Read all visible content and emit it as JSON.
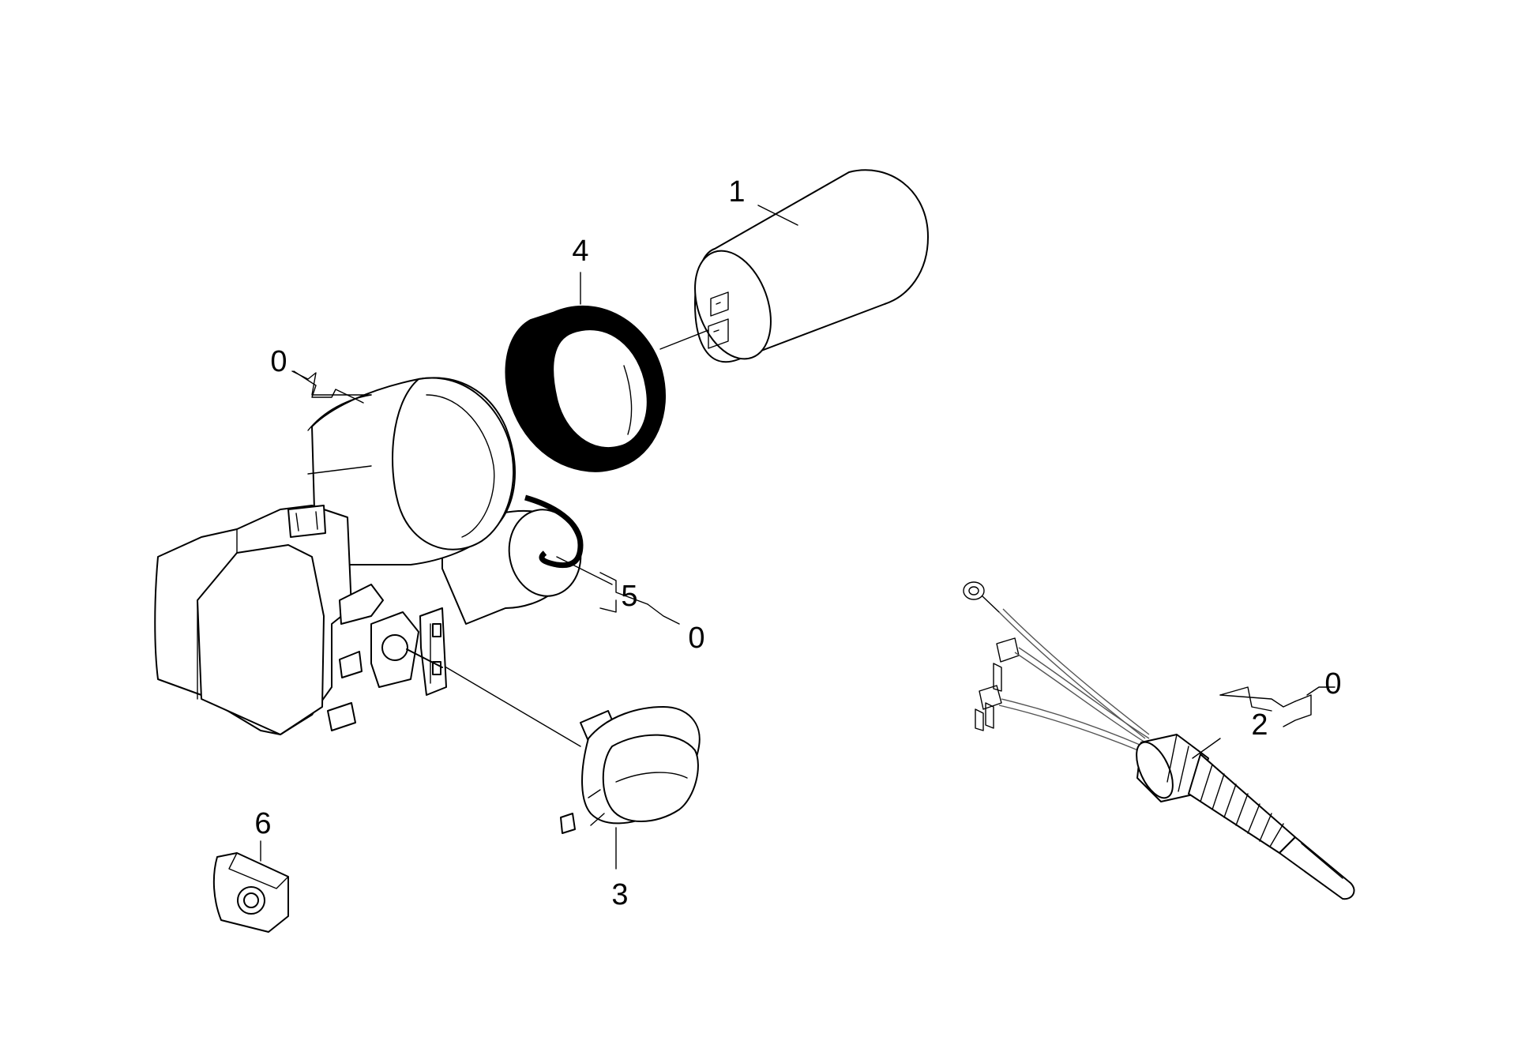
{
  "callouts": {
    "c1": "1",
    "c2": "2",
    "c3": "3",
    "c4": "4",
    "c5": "5",
    "c6": "6",
    "c0_motor": "0",
    "c0_seal": "0",
    "c0_cable": "0"
  },
  "colors": {
    "line": "#000000",
    "background": "#ffffff",
    "seal_ring": "#000000"
  }
}
